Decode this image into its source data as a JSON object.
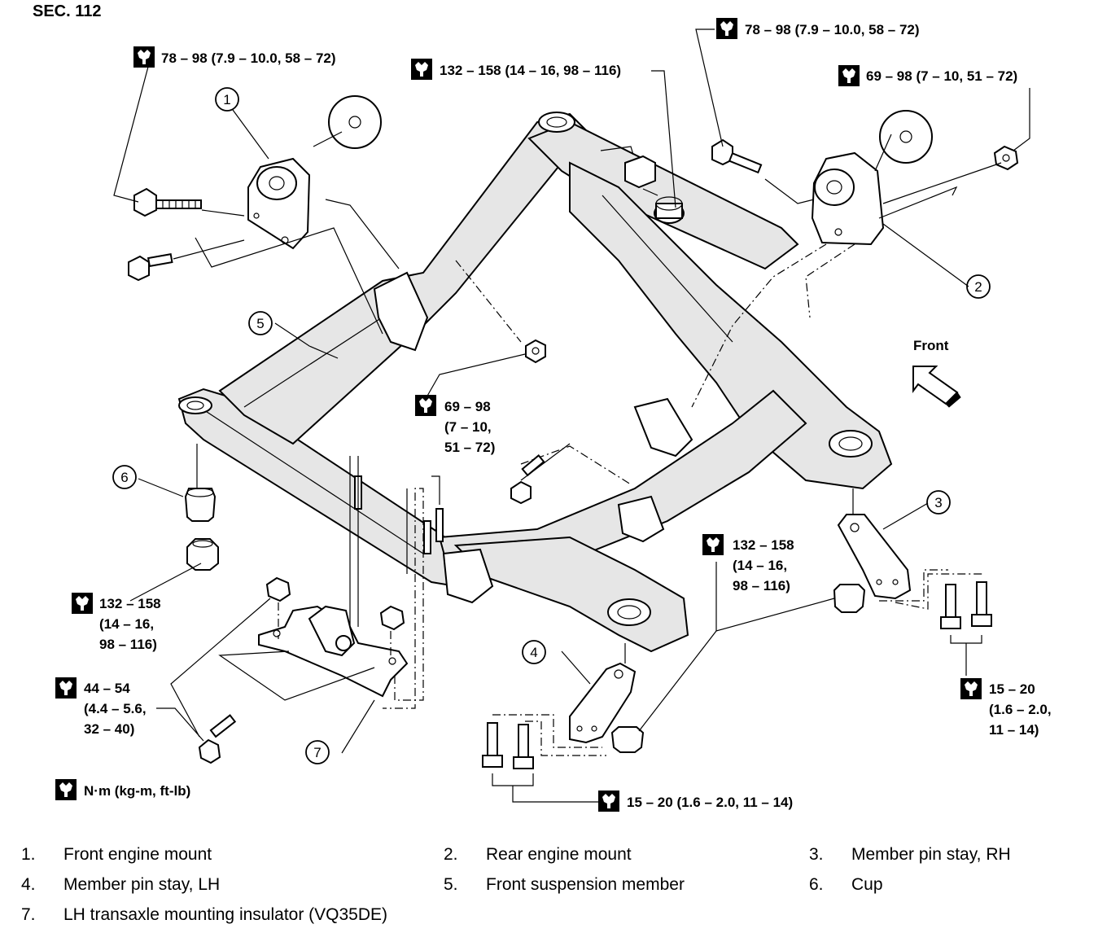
{
  "section": "SEC. 112",
  "front_label": "Front",
  "torque_unit": "N·m (kg-m, ft-lb)",
  "torques": {
    "t1": "78 – 98 (7.9 – 10.0, 58 – 72)",
    "t2": "132 – 158 (14 – 16, 98 – 116)",
    "t3": "78 – 98 (7.9 – 10.0, 58 – 72)",
    "t4": "69 – 98 (7 – 10, 51 – 72)",
    "t5": [
      "69 – 98",
      "(7 – 10,",
      "51 – 72)"
    ],
    "t6": [
      "132 – 158",
      "(14 – 16,",
      "98 – 116)"
    ],
    "t7": [
      "132 – 158",
      "(14 – 16,",
      "98 – 116)"
    ],
    "t8": [
      "44 – 54",
      "(4.4 – 5.6,",
      "32 – 40)"
    ],
    "t9": [
      "15 – 20",
      "(1.6 – 2.0,",
      "11 – 14)"
    ],
    "t10": "15 – 20 (1.6 – 2.0, 11 – 14)"
  },
  "callouts": [
    "1",
    "2",
    "3",
    "4",
    "5",
    "6",
    "7"
  ],
  "legend": [
    {
      "num": "1.",
      "text": "Front engine mount"
    },
    {
      "num": "2.",
      "text": "Rear engine mount"
    },
    {
      "num": "3.",
      "text": "Member pin stay, RH"
    },
    {
      "num": "4.",
      "text": "Member pin stay, LH"
    },
    {
      "num": "5.",
      "text": "Front suspension member"
    },
    {
      "num": "6.",
      "text": "Cup"
    },
    {
      "num": "7.",
      "text": "LH transaxle mounting insulator (VQ35DE)"
    }
  ]
}
